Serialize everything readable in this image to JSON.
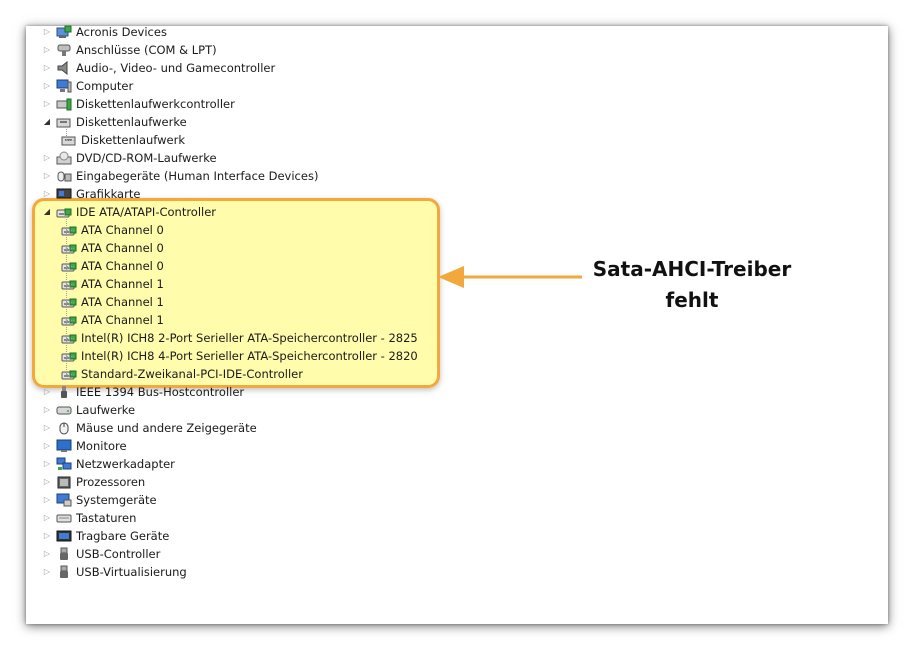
{
  "tree": {
    "items": [
      {
        "label": "Acronis Devices",
        "level": 0,
        "expanded": false,
        "icon": "device-icon"
      },
      {
        "label": "Anschlüsse (COM & LPT)",
        "level": 0,
        "expanded": false,
        "icon": "port-icon"
      },
      {
        "label": "Audio-, Video- und Gamecontroller",
        "level": 0,
        "expanded": false,
        "icon": "speaker-icon"
      },
      {
        "label": "Computer",
        "level": 0,
        "expanded": false,
        "icon": "computer-icon"
      },
      {
        "label": "Diskettenlaufwerkcontroller",
        "level": 0,
        "expanded": false,
        "icon": "floppy-controller-icon"
      },
      {
        "label": "Diskettenlaufwerke",
        "level": 0,
        "expanded": true,
        "icon": "floppy-drive-icon"
      },
      {
        "label": "Diskettenlaufwerk",
        "level": 1,
        "expanded": null,
        "icon": "floppy-drive-icon"
      },
      {
        "label": "DVD/CD-ROM-Laufwerke",
        "level": 0,
        "expanded": false,
        "icon": "dvd-icon"
      },
      {
        "label": "Eingabegeräte (Human Interface Devices)",
        "level": 0,
        "expanded": false,
        "icon": "hid-icon"
      },
      {
        "label": "Grafikkarte",
        "level": 0,
        "expanded": false,
        "icon": "display-adapter-icon"
      },
      {
        "label": "IDE ATA/ATAPI-Controller",
        "level": 0,
        "expanded": true,
        "icon": "ide-controller-icon"
      },
      {
        "label": "ATA Channel 0",
        "level": 1,
        "expanded": null,
        "icon": "ide-controller-icon"
      },
      {
        "label": "ATA Channel 0",
        "level": 1,
        "expanded": null,
        "icon": "ide-controller-icon"
      },
      {
        "label": "ATA Channel 0",
        "level": 1,
        "expanded": null,
        "icon": "ide-controller-icon"
      },
      {
        "label": "ATA Channel 1",
        "level": 1,
        "expanded": null,
        "icon": "ide-controller-icon"
      },
      {
        "label": "ATA Channel 1",
        "level": 1,
        "expanded": null,
        "icon": "ide-controller-icon"
      },
      {
        "label": "ATA Channel 1",
        "level": 1,
        "expanded": null,
        "icon": "ide-controller-icon"
      },
      {
        "label": "Intel(R) ICH8 2-Port Serieller ATA-Speichercontroller - 2825",
        "level": 1,
        "expanded": null,
        "icon": "ide-controller-icon"
      },
      {
        "label": "Intel(R) ICH8 4-Port Serieller ATA-Speichercontroller - 2820",
        "level": 1,
        "expanded": null,
        "icon": "ide-controller-icon"
      },
      {
        "label": "Standard-Zweikanal-PCI-IDE-Controller",
        "level": 1,
        "expanded": null,
        "icon": "ide-controller-icon"
      },
      {
        "label": "IEEE 1394 Bus-Hostcontroller",
        "level": 0,
        "expanded": false,
        "icon": "firewire-icon"
      },
      {
        "label": "Laufwerke",
        "level": 0,
        "expanded": false,
        "icon": "disk-drive-icon"
      },
      {
        "label": "Mäuse und andere Zeigegeräte",
        "level": 0,
        "expanded": false,
        "icon": "mouse-icon"
      },
      {
        "label": "Monitore",
        "level": 0,
        "expanded": false,
        "icon": "monitor-icon"
      },
      {
        "label": "Netzwerkadapter",
        "level": 0,
        "expanded": false,
        "icon": "network-icon"
      },
      {
        "label": "Prozessoren",
        "level": 0,
        "expanded": false,
        "icon": "processor-icon"
      },
      {
        "label": "Systemgeräte",
        "level": 0,
        "expanded": false,
        "icon": "system-device-icon"
      },
      {
        "label": "Tastaturen",
        "level": 0,
        "expanded": false,
        "icon": "keyboard-icon"
      },
      {
        "label": "Tragbare Geräte",
        "level": 0,
        "expanded": false,
        "icon": "portable-device-icon"
      },
      {
        "label": "USB-Controller",
        "level": 0,
        "expanded": false,
        "icon": "usb-icon"
      },
      {
        "label": "USB-Virtualisierung",
        "level": 0,
        "expanded": false,
        "icon": "usb-icon"
      }
    ]
  },
  "annotation": {
    "line1": "Sata-AHCI-Treiber",
    "line2": "fehlt"
  },
  "colors": {
    "highlight_fill": "#fffa78",
    "highlight_border": "#f2a83a",
    "arrow": "#f2a83a"
  }
}
